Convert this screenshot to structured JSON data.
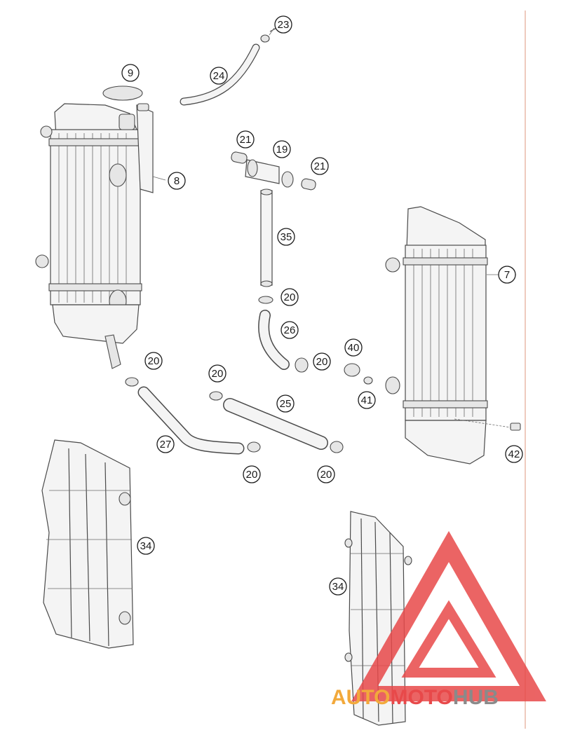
{
  "diagram": {
    "callouts": [
      {
        "id": "c-23",
        "label": "23"
      },
      {
        "id": "c-24",
        "label": "24"
      },
      {
        "id": "c-9",
        "label": "9"
      },
      {
        "id": "c-8",
        "label": "8"
      },
      {
        "id": "c-21a",
        "label": "21"
      },
      {
        "id": "c-19",
        "label": "19"
      },
      {
        "id": "c-21b",
        "label": "21"
      },
      {
        "id": "c-35",
        "label": "35"
      },
      {
        "id": "c-7",
        "label": "7"
      },
      {
        "id": "c-20a",
        "label": "20"
      },
      {
        "id": "c-26",
        "label": "26"
      },
      {
        "id": "c-20b",
        "label": "20"
      },
      {
        "id": "c-40",
        "label": "40"
      },
      {
        "id": "c-20c",
        "label": "20"
      },
      {
        "id": "c-20d",
        "label": "20"
      },
      {
        "id": "c-41",
        "label": "41"
      },
      {
        "id": "c-25",
        "label": "25"
      },
      {
        "id": "c-27",
        "label": "27"
      },
      {
        "id": "c-42",
        "label": "42"
      },
      {
        "id": "c-20e",
        "label": "20"
      },
      {
        "id": "c-20f",
        "label": "20"
      },
      {
        "id": "c-34a",
        "label": "34"
      },
      {
        "id": "c-34b",
        "label": "34"
      }
    ]
  },
  "watermark": {
    "word1": "AUTO",
    "word2": "MOTO",
    "word3": "HUB",
    "colors": {
      "auto": "#f2a93b",
      "moto": "#e8494a",
      "hub": "#8a8a8a",
      "triangle": "#e8494a"
    }
  },
  "colors": {
    "border_line": "#e9b8a8",
    "ink": "#4a4a4a"
  }
}
